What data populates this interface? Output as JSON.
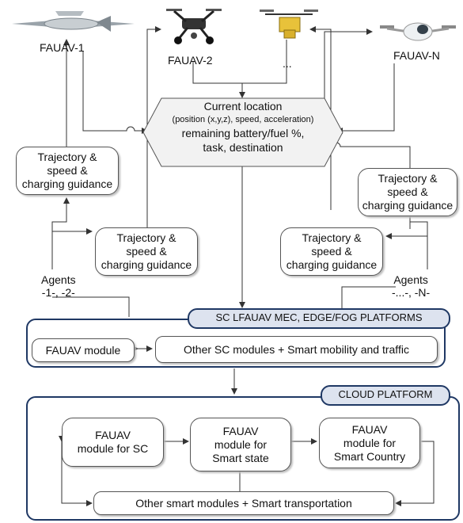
{
  "uavs": {
    "uav1": "FAUAV-1",
    "uav2": "FAUAV-2",
    "uav3": "...",
    "uavn": "FAUAV-N"
  },
  "location": {
    "line1": "Current location",
    "line2": "(position (x,y,z), speed, acceleration)",
    "line3": "remaining battery/fuel %,",
    "line4": "task, destination"
  },
  "guidance": {
    "line1": "Trajectory &",
    "line2": "speed &",
    "line3": "charging guidance"
  },
  "agents": {
    "left_title": "Agents",
    "left_ids": "-1-, -2-",
    "right_title": "Agents",
    "right_ids": "-...-, -N-"
  },
  "mec": {
    "tag": "SC LFAUAV MEC, EDGE/FOG PLATFORMS",
    "fauav_module": "FAUAV module",
    "other_modules": "Other SC modules + Smart mobility and traffic"
  },
  "cloud": {
    "tag": "CLOUD PLATFORM",
    "sc_module": [
      "FAUAV",
      "module for SC"
    ],
    "state_module": [
      "FAUAV",
      "module for",
      "Smart state"
    ],
    "country_module": [
      "FAUAV",
      "module for",
      "Smart Country"
    ],
    "other_modules": "Other smart modules + Smart transportation"
  },
  "colors": {
    "region_border": "#1f3864",
    "tag_fill": "#dde3ef",
    "hexagon_fill": "#f2f2f2",
    "line": "#333333"
  }
}
